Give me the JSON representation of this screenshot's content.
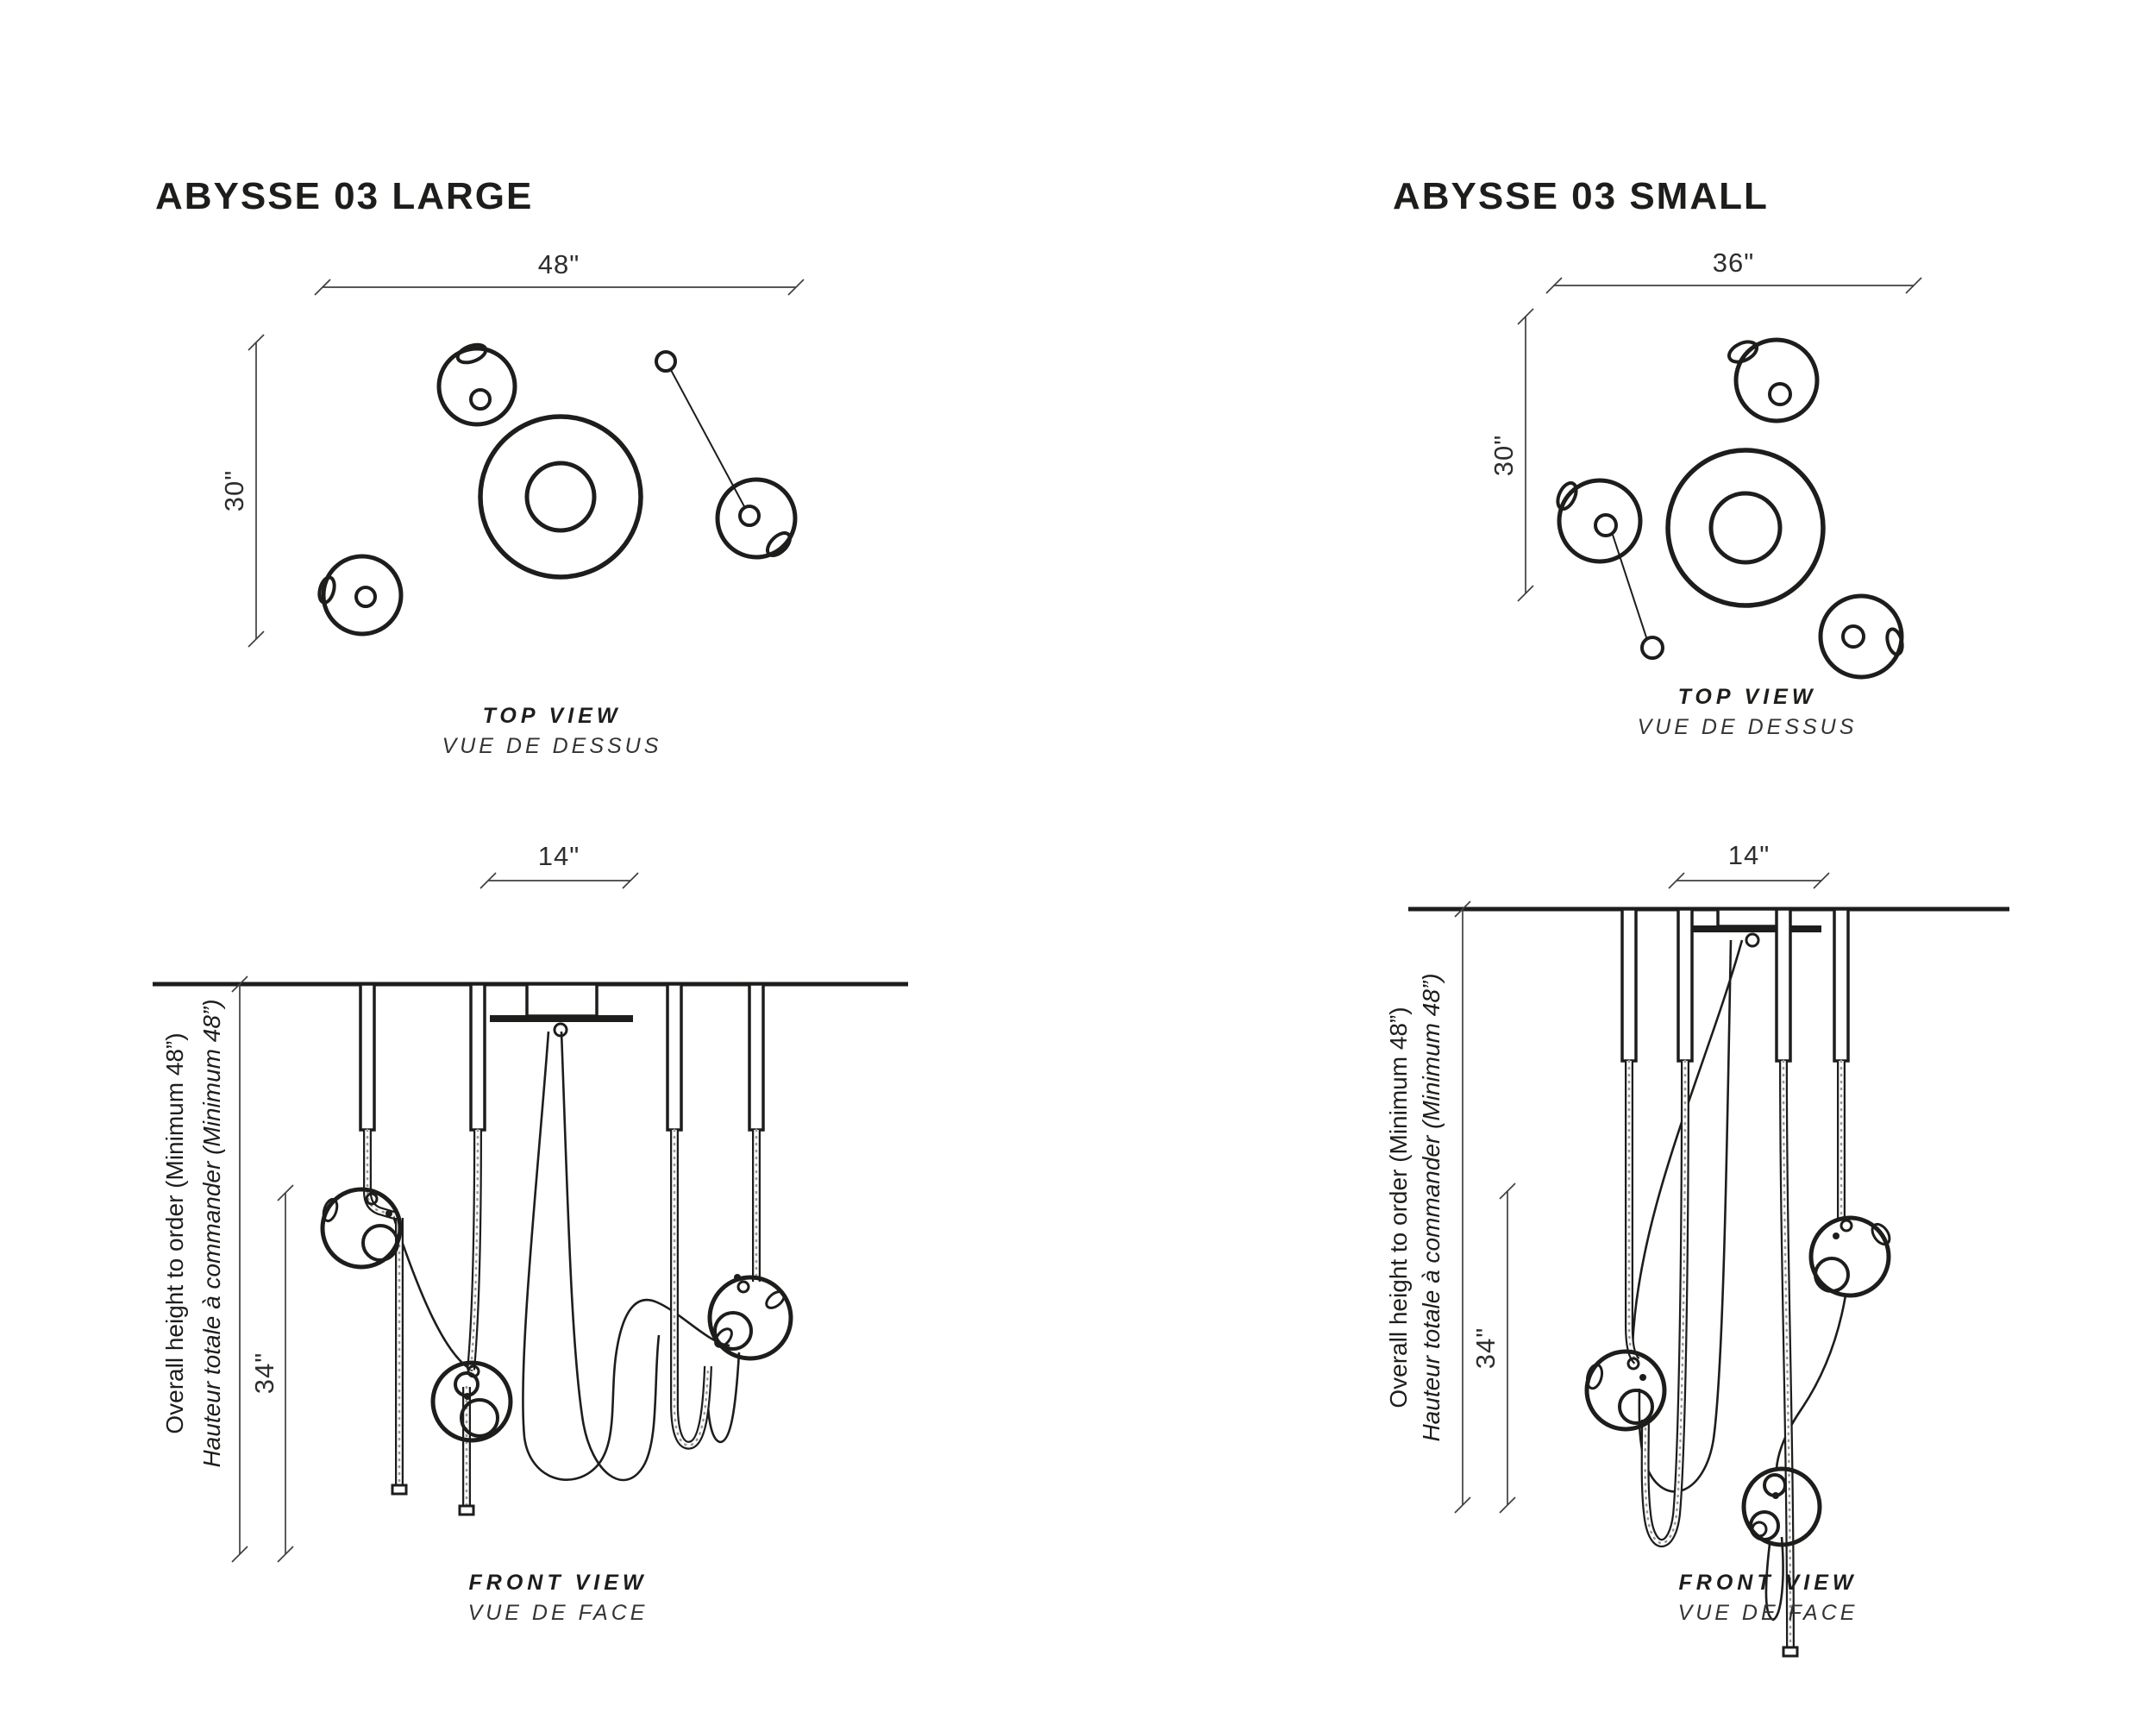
{
  "page": {
    "background": "#ffffff",
    "ink": "#1d1d1b",
    "dim_color": "#3f3f3f",
    "chain_dot_color": "#9a9a9a"
  },
  "fixtures": [
    {
      "title": "ABYSSE 03 LARGE",
      "top_view": {
        "width_dim": "48\"",
        "depth_dim": "30\"",
        "caption_en": "TOP VIEW",
        "caption_fr": "VUE DE DESSUS"
      },
      "front_view": {
        "canopy_dim": "14\"",
        "height_dim": "34\"",
        "overall_en": "Overall height to order (Minimum 48”)",
        "overall_fr": "Hauteur totale à commander (Minimum 48”)",
        "caption_en": "FRONT VIEW",
        "caption_fr": "VUE DE FACE"
      }
    },
    {
      "title": "ABYSSE 03 SMALL",
      "top_view": {
        "width_dim": "36\"",
        "depth_dim": "30\"",
        "caption_en": "TOP VIEW",
        "caption_fr": "VUE DE DESSUS"
      },
      "front_view": {
        "canopy_dim": "14\"",
        "height_dim": "34\"",
        "overall_en": "Overall height to order (Minimum 48”)",
        "overall_fr": "Hauteur totale à commander (Minimum 48”)",
        "caption_en": "FRONT VIEW",
        "caption_fr": "VUE DE FACE"
      }
    }
  ]
}
